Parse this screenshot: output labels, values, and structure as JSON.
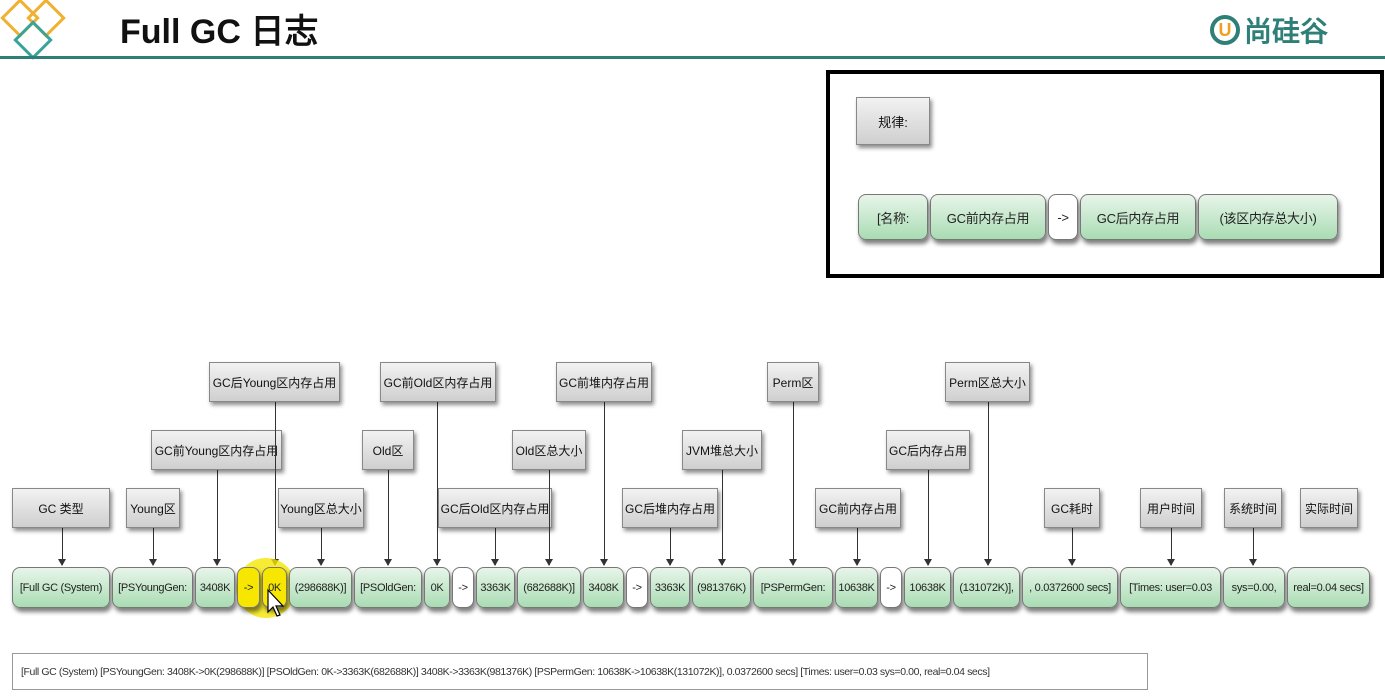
{
  "header": {
    "title": "Full GC 日志",
    "brand": "尚硅谷",
    "brand_icon": "U"
  },
  "legend": {
    "heading": "规律:",
    "pills": [
      "[名称:",
      "GC前内存占用",
      "->",
      "GC后内存占用",
      "(该区内存总大小)"
    ]
  },
  "segments": [
    "[Full GC (System)",
    "[PSYoungGen:",
    "3408K",
    "->",
    "0K",
    "(298688K)]",
    "[PSOldGen:",
    "0K",
    "->",
    "3363K",
    "(682688K)]",
    "3408K",
    "->",
    "3363K",
    "(981376K)",
    "[PSPermGen:",
    "10638K",
    "->",
    "10638K",
    "(131072K)],",
    ", 0.0372600 secs]",
    "[Times: user=0.03",
    "sys=0.00,",
    "real=0.04 secs]"
  ],
  "labels": [
    "GC 类型",
    "Young区",
    "GC前Young区内存占用",
    "GC后Young区内存占用",
    "Young区总大小",
    "Old区",
    "GC前Old区内存占用",
    "GC后Old区内存占用",
    "Old区总大小",
    "GC前堆内存占用",
    "GC后堆内存占用",
    "JVM堆总大小",
    "Perm区",
    "GC前内存占用",
    "GC后内存占用",
    "Perm区总大小",
    "GC耗时",
    "用户时间",
    "系统时间",
    "实际时间"
  ],
  "raw_log": "[Full GC (System) [PSYoungGen: 3408K->0K(298688K)] [PSOldGen: 0K->3363K(682688K)] 3408K->3363K(981376K) [PSPermGen: 10638K->10638K(131072K)], 0.0372600 secs] [Times: user=0.03 sys=0.00, real=0.04 secs]"
}
